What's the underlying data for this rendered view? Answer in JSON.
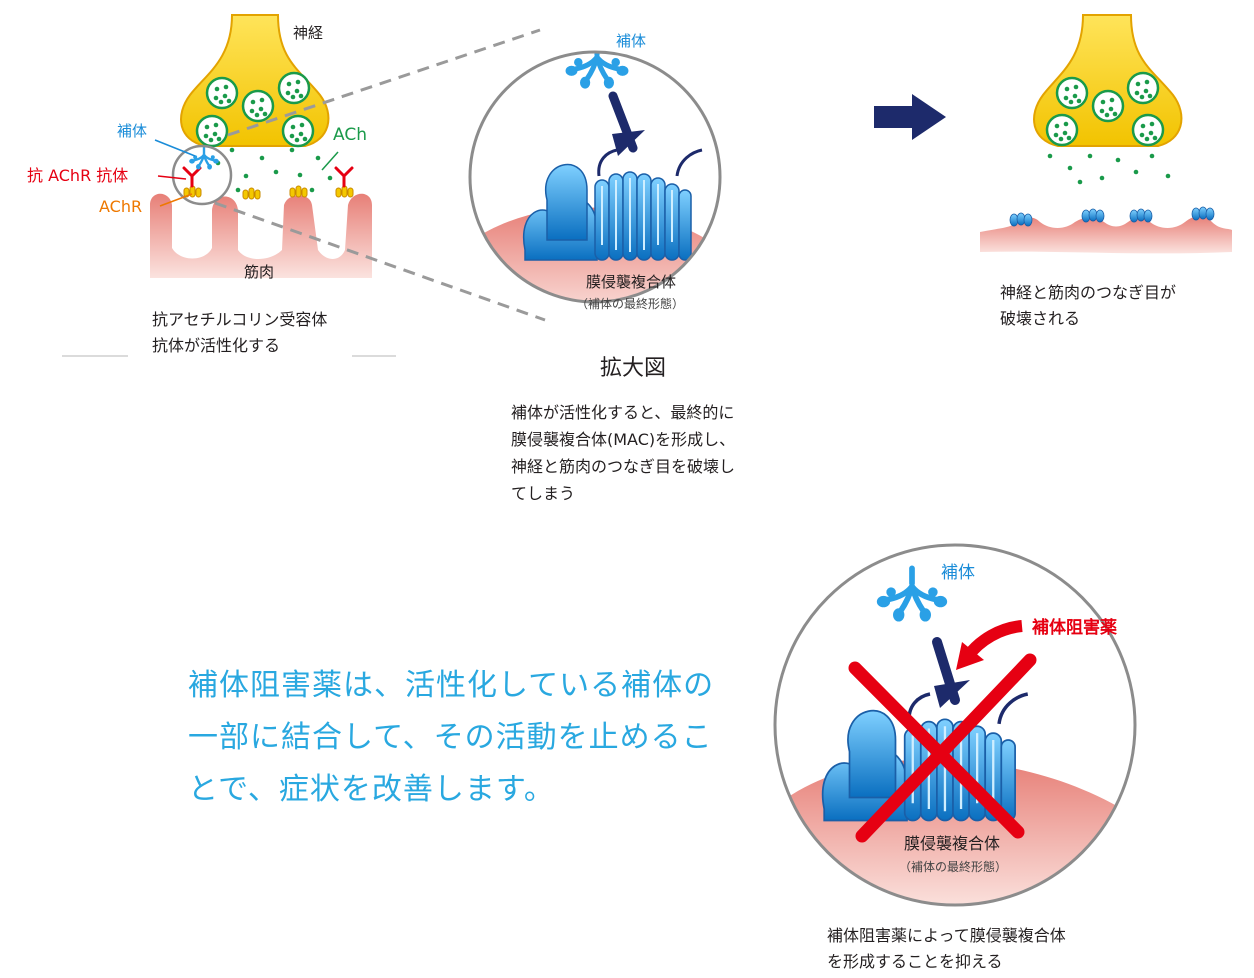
{
  "colors": {
    "nerve": "#f4d000",
    "muscle": "#e88a80",
    "complement": "#2aa0e6",
    "antibody": "#e60012",
    "arrow": "#1d2a6b",
    "cross": "#e60012",
    "highlight": "#29a8e0"
  },
  "panel_left": {
    "nerve_label": "神経",
    "complement_label": "補体",
    "ach_label": "ACh",
    "antibody_label": "抗 AChR 抗体",
    "achr_label": "AChR",
    "muscle_label": "筋肉",
    "caption_line1": "抗アセチルコリン受容体",
    "caption_line2": "抗体が活性化する"
  },
  "panel_center": {
    "complement_label": "補体",
    "mac_label": "膜侵襲複合体",
    "mac_sub": "（補体の最終形態）",
    "title": "拡大図",
    "caption": "補体が活性化すると、最終的に\n膜侵襲複合体(MAC)を形成し、\n神経と筋肉のつなぎ目を破壊し\nてしまう"
  },
  "panel_right": {
    "caption": "神経と筋肉のつなぎ目が\n破壊される"
  },
  "bottom": {
    "main_text": "補体阻害薬は、活性化している補体の\n一部に結合して、その活動を止めるこ\nとで、症状を改善します。",
    "complement_label": "補体",
    "inhibitor_label": "補体阻害薬",
    "mac_label": "膜侵襲複合体",
    "mac_sub": "（補体の最終形態）",
    "caption": "補体阻害薬によって膜侵襲複合体\nを形成することを抑える"
  }
}
